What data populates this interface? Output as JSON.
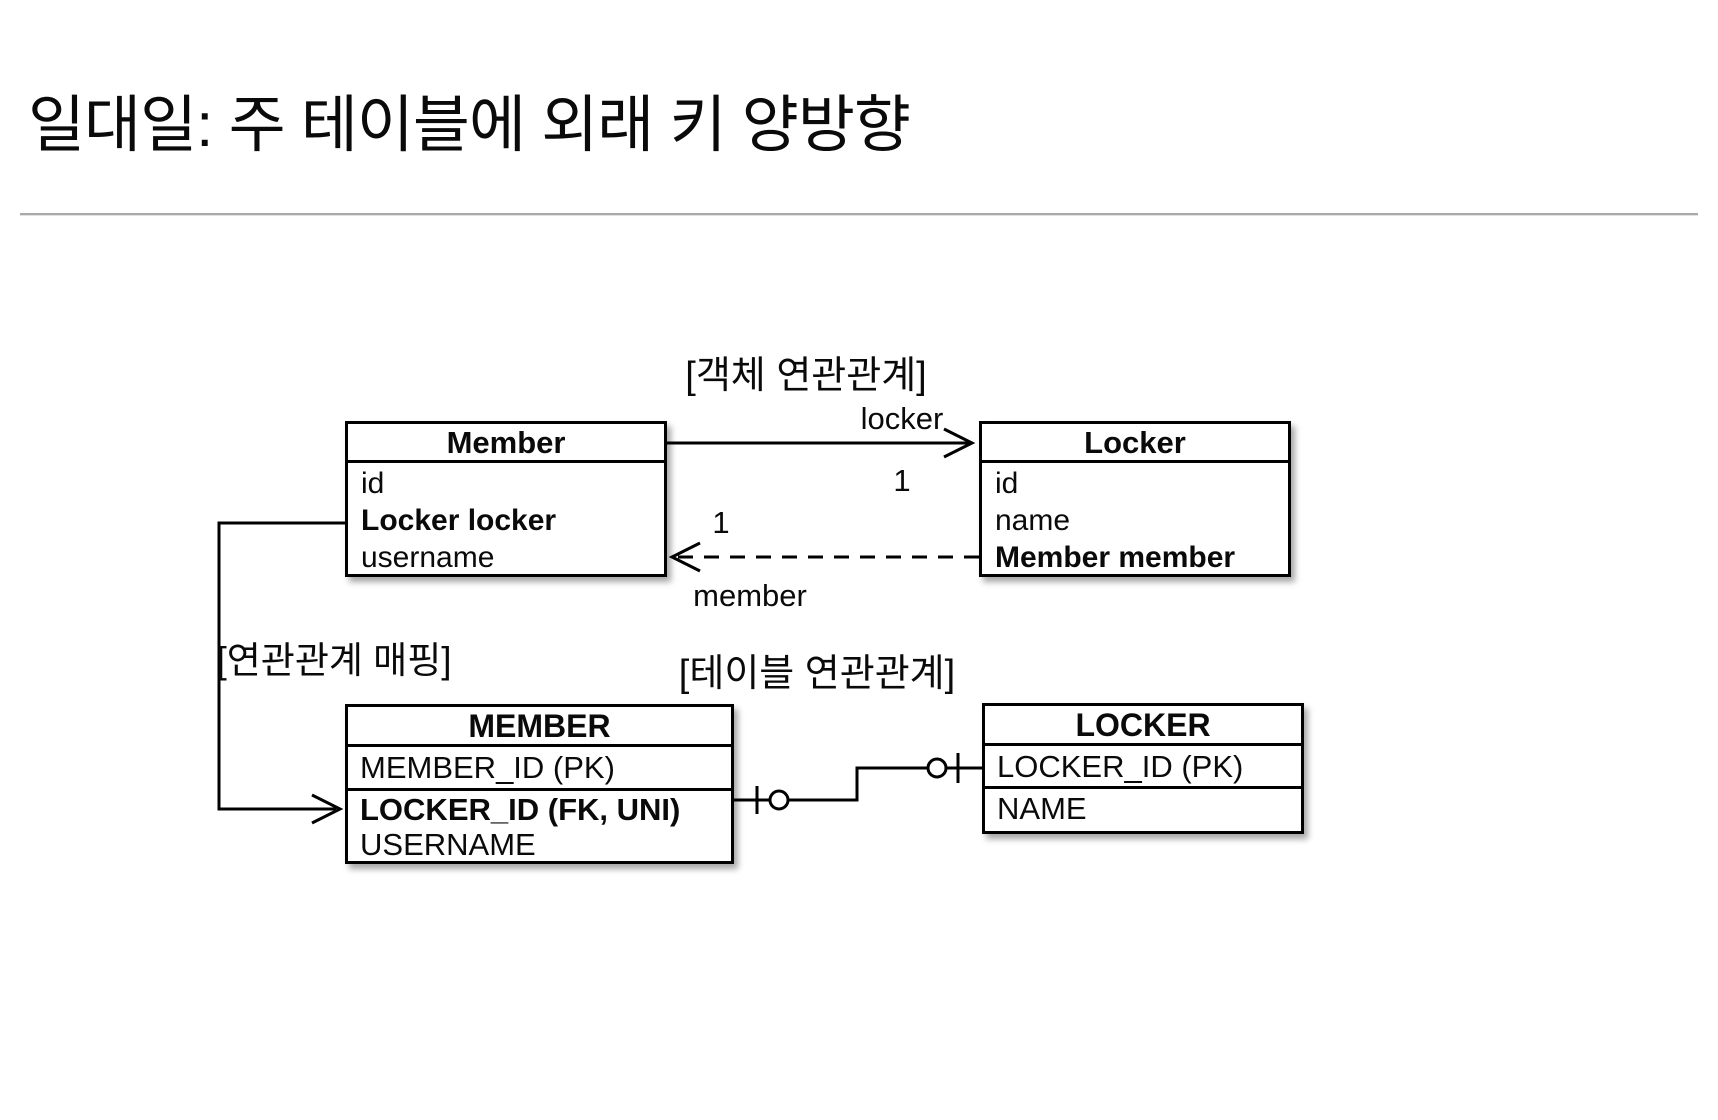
{
  "title": "일대일: 주 테이블에 외래 키 양방향",
  "object_diagram": {
    "label": "[객체 연관관계]",
    "member_class": {
      "title": "Member",
      "fields": [
        {
          "text": "id"
        },
        {
          "text": "Locker locker"
        },
        {
          "text": "username"
        }
      ]
    },
    "locker_class": {
      "title": "Locker",
      "fields": [
        {
          "text": "id"
        },
        {
          "text": "name"
        },
        {
          "text": "Member member"
        }
      ]
    },
    "locker_end": {
      "role": "locker",
      "multiplicity": "1"
    },
    "member_end": {
      "role": "member",
      "multiplicity": "1"
    }
  },
  "mapping": {
    "label": "[연관관계 매핑]"
  },
  "table_diagram": {
    "label": "[테이블 연관관계]",
    "member_table": {
      "title": "MEMBER",
      "rows": [
        {
          "text": "MEMBER_ID (PK)"
        },
        {
          "text": "LOCKER_ID (FK, UNI)"
        },
        {
          "text": "USERNAME"
        }
      ]
    },
    "locker_table": {
      "title": "LOCKER",
      "rows": [
        {
          "text": "LOCKER_ID (PK)"
        },
        {
          "text": "NAME"
        }
      ]
    }
  }
}
